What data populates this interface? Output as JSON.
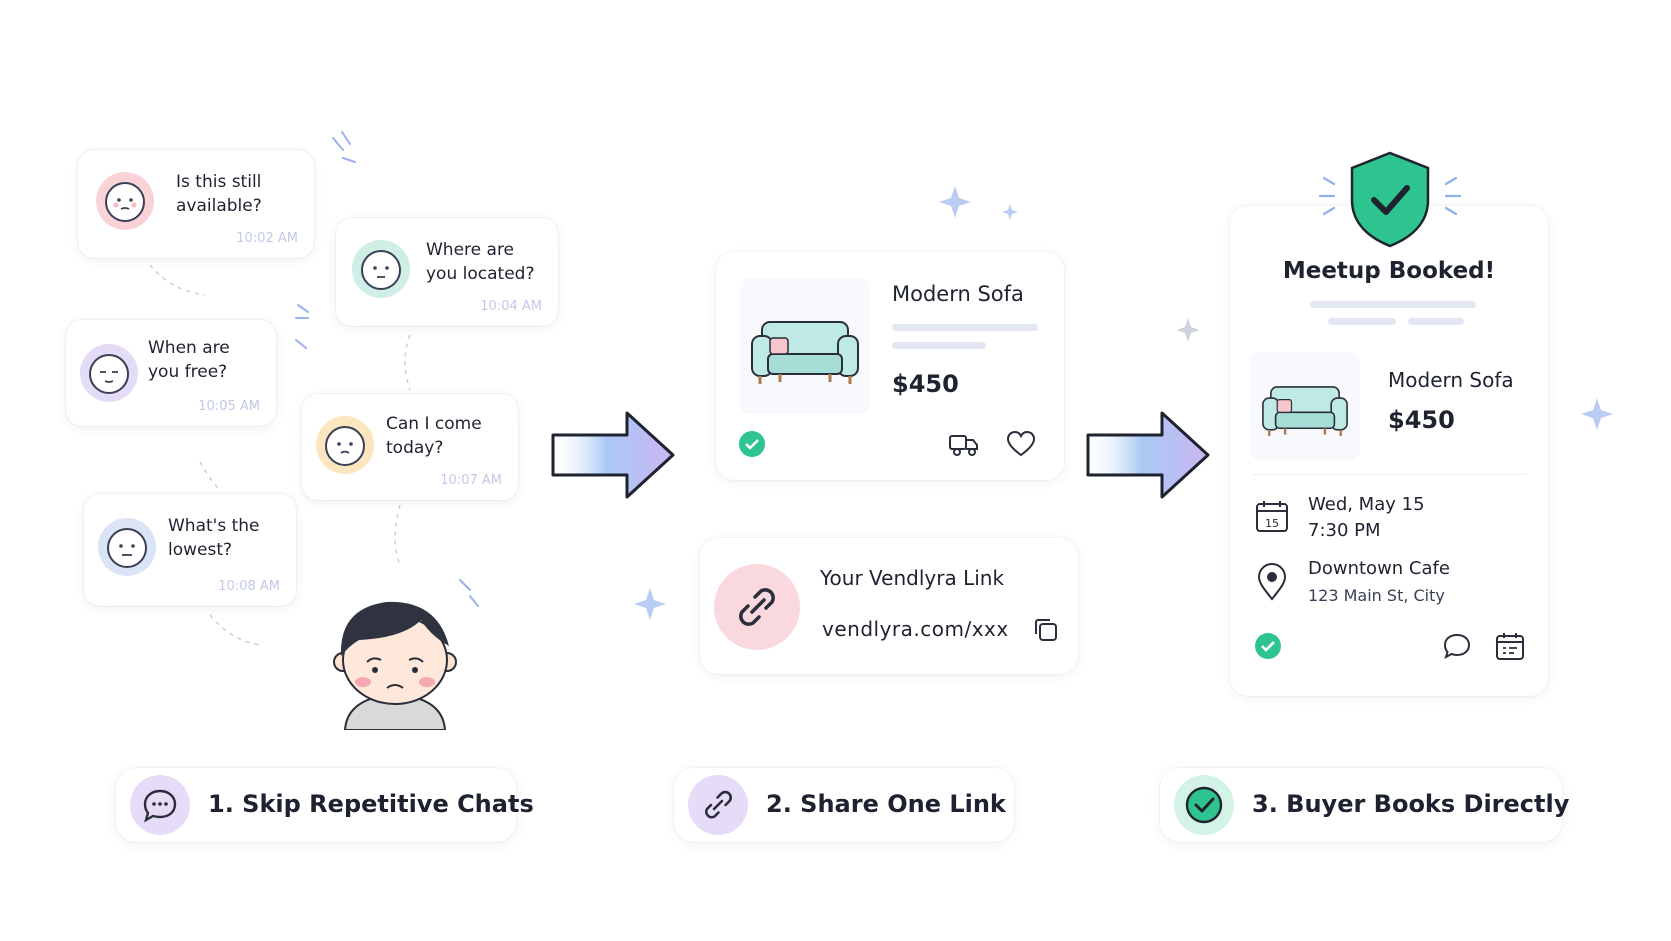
{
  "chats": [
    {
      "text_line1": "Is this still",
      "text_line2": "available?",
      "time": "10:02 AM",
      "face_color": "#f9d3d8"
    },
    {
      "text_line1": "Where are",
      "text_line2": "you located?",
      "time": "10:04 AM",
      "face_color": "#cfeee6"
    },
    {
      "text_line1": "When are",
      "text_line2": "you free?",
      "time": "10:05 AM",
      "face_color": "#e4dcf6"
    },
    {
      "text_line1": "Can I come",
      "text_line2": "today?",
      "time": "10:07 AM",
      "face_color": "#fbe6bf"
    },
    {
      "text_line1": "What's the",
      "text_line2": "lowest?",
      "time": "10:08 AM",
      "face_color": "#dbe4f7"
    }
  ],
  "listing": {
    "title": "Modern Sofa",
    "price": "$450"
  },
  "link_card": {
    "label": "Your Vendlyra Link",
    "url": "vendlyra.com/xxx"
  },
  "booking": {
    "heading": "Meetup Booked!",
    "item_title": "Modern Sofa",
    "item_price": "$450",
    "calendar_day": "15",
    "date": "Wed, May 15",
    "time": "7:30 PM",
    "place": "Downtown Cafe",
    "address": "123 Main St, City"
  },
  "steps": [
    {
      "label": "1. Skip Repetitive Chats",
      "icon": "chat-bubble-icon"
    },
    {
      "label": "2. Share One Link",
      "icon": "link-icon"
    },
    {
      "label": "3. Buyer Books Directly",
      "icon": "check-circle-icon"
    }
  ],
  "colors": {
    "accent_green": "#2ec48f",
    "arrow_blue": "#9fc3f2",
    "arrow_purple": "#c9b4f1",
    "sparkle": "#b9cdf4"
  }
}
